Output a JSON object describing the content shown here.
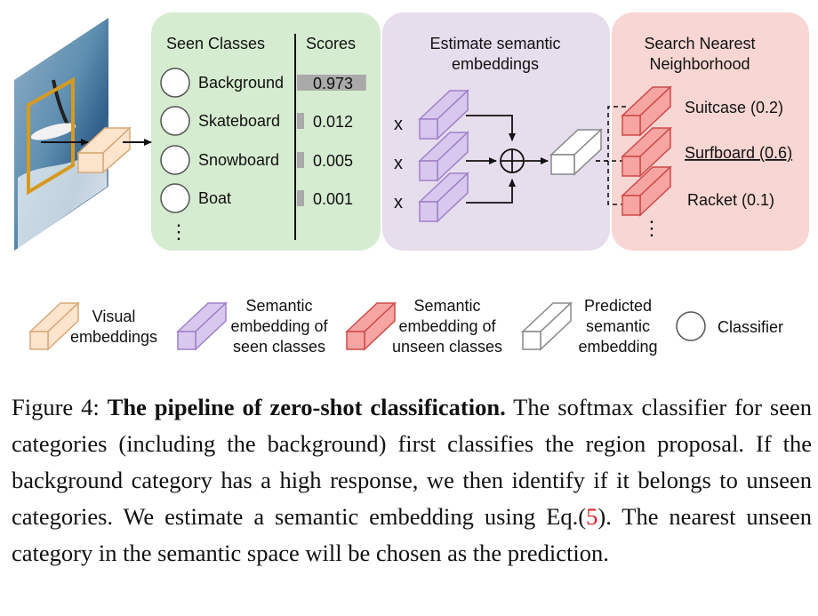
{
  "panels": {
    "seen": {
      "header_classes": "Seen Classes",
      "header_scores": "Scores",
      "rows": [
        {
          "label": "Background",
          "score": "0.973",
          "value": 0.973
        },
        {
          "label": "Skateboard",
          "score": "0.012",
          "value": 0.012
        },
        {
          "label": "Snowboard",
          "score": "0.005",
          "value": 0.005
        },
        {
          "label": "Boat",
          "score": "0.001",
          "value": 0.001
        }
      ],
      "ellipsis": "⋮"
    },
    "estimate": {
      "title_line1": "Estimate semantic",
      "title_line2": "embeddings",
      "multipliers": [
        "x",
        "x",
        "x"
      ],
      "plus": "⊕"
    },
    "search": {
      "title_line1": "Search Nearest",
      "title_line2": "Neighborhood",
      "results": [
        "Suitcase (0.2)",
        "Surfboard (0.6)",
        "Racket (0.1)"
      ],
      "ellipsis": "⋮"
    }
  },
  "legend": {
    "visual": [
      "Visual",
      "embeddings"
    ],
    "seen": [
      "Semantic",
      "embedding of",
      "seen classes"
    ],
    "unseen": [
      "Semantic",
      "embedding of",
      "unseen classes"
    ],
    "predicted": [
      "Predicted",
      "semantic",
      "embedding"
    ],
    "classifier": "Classifier"
  },
  "caption": {
    "label": "Figure 4:",
    "title": "The pipeline of zero-shot classification.",
    "text_before_ref": "The softmax classifier for seen categories (including the background) first classifies the region proposal. If the background category has a high response, we then identify if it belongs to unseen categories. We estimate a semantic embedding using Eq.(",
    "ref": "5",
    "text_after_ref": "). The nearest unseen category in the semantic space will be chosen as the prediction."
  },
  "colors": {
    "green_panel": "#d6ecd0",
    "purple_panel": "#e6dded",
    "red_panel": "#f8d6d3",
    "visual_fill": "#fde4cc",
    "visual_stroke": "#d9a878",
    "seen_fill": "#d9c8ee",
    "seen_stroke": "#9f80c8",
    "unseen_fill": "#f6a5a2",
    "unseen_stroke": "#cf4a4a",
    "pred_fill": "#ffffff",
    "pred_stroke": "#888888",
    "score_bar": "#aaaaaa",
    "box_outline": "#d79a1e"
  }
}
